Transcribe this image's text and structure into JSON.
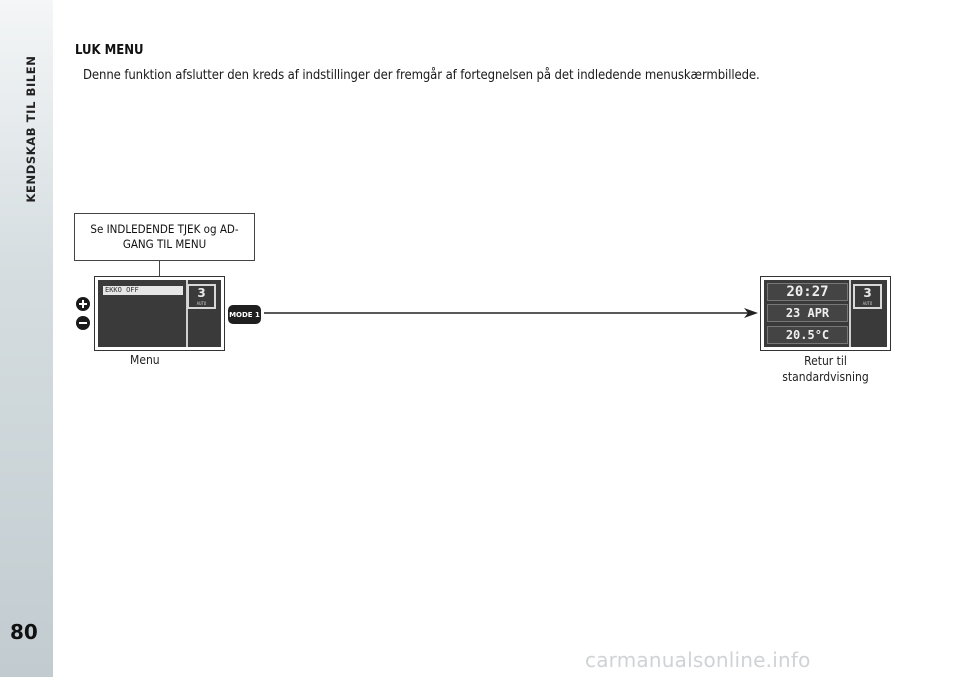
{
  "sidebar": {
    "section_title": "KENDSKAB TIL BILEN",
    "page_number": "80"
  },
  "content": {
    "heading": "LUK MENU",
    "body": "Denne funktion afslutter den kreds af indstillinger der fremgår af fortegnelsen på det indledende menuskærmbillede."
  },
  "diagram": {
    "reference_box": "Se INDLEDENDE TJEK og AD-GANG TIL MENU",
    "menu_screen": {
      "menu_item": "EKKO OFF",
      "gear": "3",
      "gear_unit": "AUTO"
    },
    "menu_caption": "Menu",
    "mode_button": "MODE 1",
    "std_screen": {
      "time": "20:27",
      "date": "23 APR",
      "temperature": "20.5°C",
      "gear": "3",
      "gear_unit": "AUTO"
    },
    "std_caption_line1": "Retur til",
    "std_caption_line2": "standardvisning"
  },
  "watermark": "carmanualsonline.info",
  "colors": {
    "sidebar_top": "#f4f6f7",
    "sidebar_bottom": "#c2ccd0",
    "lcd_background": "#3a3a3a"
  }
}
